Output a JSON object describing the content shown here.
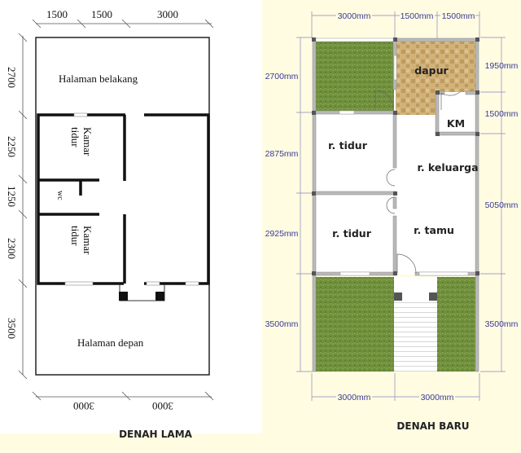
{
  "old_plan": {
    "title": "DENAH LAMA",
    "rooms": {
      "back_yard": "Halaman belakang",
      "bedroom1_line1": "Kamar",
      "bedroom1_line2": "tidur",
      "wc": "wc",
      "bedroom2_line1": "Kamar",
      "bedroom2_line2": "tidur",
      "front_yard": "Halaman depan"
    },
    "dims_top": [
      "1500",
      "1500",
      "3000"
    ],
    "dims_left": [
      "2700",
      "2250",
      "1250",
      "2300",
      "3500"
    ],
    "dims_bottom": [
      "3000",
      "3000"
    ]
  },
  "new_plan": {
    "title": "DENAH BARU",
    "rooms": {
      "kitchen": "dapur",
      "bathroom": "KM",
      "bedroom1": "r. tidur",
      "family_room": "r. keluarga",
      "bedroom2": "r. tidur",
      "living_room": "r. tamu"
    },
    "dims_top": [
      "3000mm",
      "1500mm",
      "1500mm"
    ],
    "dims_left": [
      "2700mm",
      "2875mm",
      "2925mm",
      "3500mm"
    ],
    "dims_right": [
      "1950mm",
      "1500mm",
      "5050mm",
      "3500mm"
    ],
    "dims_bottom": [
      "3000mm",
      "3000mm"
    ]
  },
  "colors": {
    "grass": "#6e8f3a",
    "tile": "#c9a66b",
    "wall_new": "#b9b9b9",
    "dim_text": "#3a3a96",
    "background": "#fffce2"
  }
}
